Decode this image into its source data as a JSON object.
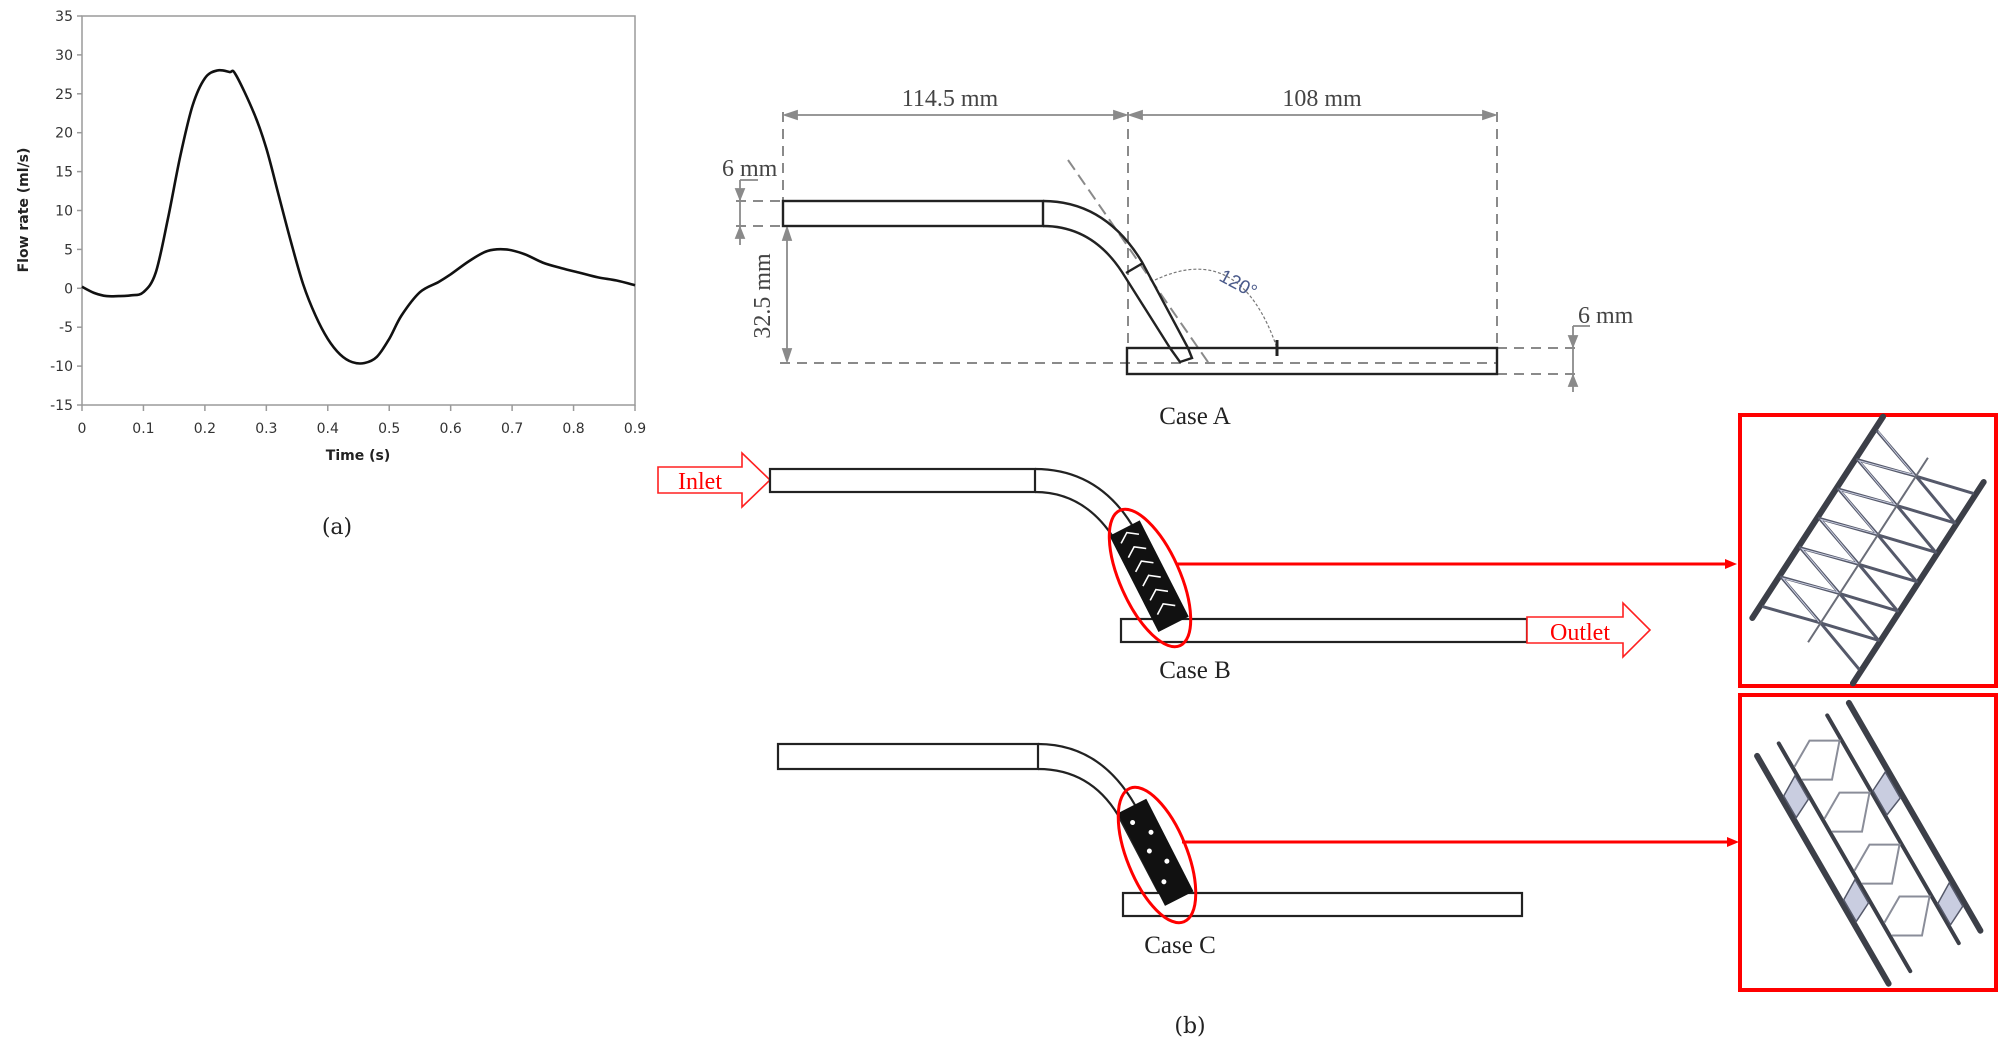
{
  "panel_a": {
    "caption": "(a)",
    "chart_data": {
      "type": "line",
      "title": "",
      "xlabel": "Time (s)",
      "ylabel": "Flow rate (ml/s)",
      "xlim": [
        0,
        0.9
      ],
      "ylim": [
        -15,
        35
      ],
      "x_ticks": [
        "0",
        "0.1",
        "0.2",
        "0.3",
        "0.4",
        "0.5",
        "0.6",
        "0.7",
        "0.8",
        "0.9"
      ],
      "y_ticks": [
        "35",
        "30",
        "25",
        "20",
        "15",
        "10",
        "5",
        "0",
        "-5",
        "-10",
        "-15"
      ],
      "grid": false,
      "legend": null,
      "series": [
        {
          "name": "Flow rate",
          "x": [
            0,
            0.02,
            0.04,
            0.06,
            0.08,
            0.1,
            0.12,
            0.14,
            0.16,
            0.18,
            0.2,
            0.22,
            0.24,
            0.25,
            0.28,
            0.3,
            0.32,
            0.34,
            0.36,
            0.38,
            0.4,
            0.42,
            0.44,
            0.46,
            0.48,
            0.5,
            0.52,
            0.55,
            0.58,
            0.6,
            0.63,
            0.66,
            0.69,
            0.72,
            0.75,
            0.78,
            0.81,
            0.84,
            0.87,
            0.9
          ],
          "values": [
            0.2,
            -0.6,
            -1.0,
            -1.0,
            -0.9,
            -0.5,
            2.0,
            9.0,
            17.0,
            23.5,
            27.0,
            28.0,
            27.8,
            27.5,
            22.5,
            18.0,
            12.0,
            6.0,
            0.5,
            -3.5,
            -6.5,
            -8.5,
            -9.5,
            -9.6,
            -8.8,
            -6.5,
            -3.5,
            -0.5,
            0.8,
            1.8,
            3.5,
            4.8,
            5.0,
            4.4,
            3.3,
            2.6,
            2.0,
            1.4,
            1.0,
            0.4
          ]
        }
      ]
    }
  },
  "panel_b": {
    "caption": "(b)",
    "case_a": {
      "label": "Case A",
      "dim_length_1": "114.5 mm",
      "dim_length_2": "108 mm",
      "dim_diameter_inlet": "6 mm",
      "dim_diameter_outlet": "6 mm",
      "dim_offset": "32.5 mm",
      "dim_angle": "120°"
    },
    "case_b": {
      "label": "Case B",
      "inlet_label": "Inlet",
      "outlet_label": "Outlet",
      "stent_inset": "stent-detail-b"
    },
    "case_c": {
      "label": "Case C",
      "stent_inset": "stent-detail-c"
    },
    "colors": {
      "highlight": "#ff0000",
      "pipe_stroke": "#222222",
      "dimension": "#888888",
      "stent_metal": "#4a4d57",
      "stent_highlight": "#c9cde0"
    }
  }
}
